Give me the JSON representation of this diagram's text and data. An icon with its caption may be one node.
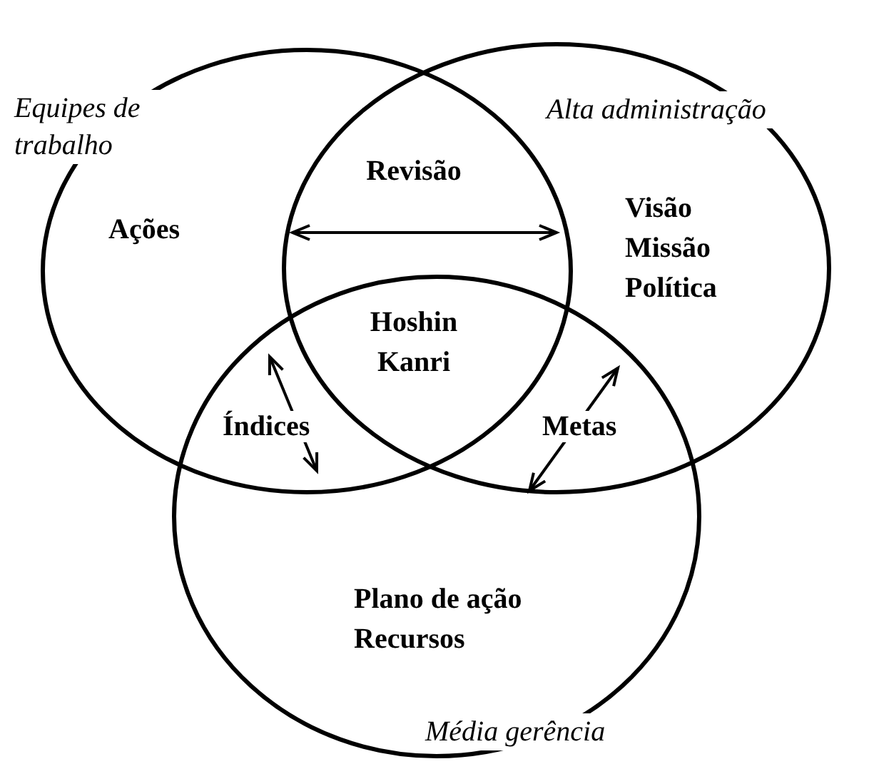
{
  "diagram": {
    "nodes": [
      {
        "text": [
          "Equipes de trabalho",
          "Ações"
        ]
      },
      {
        "text": [
          "Alta administração",
          "Visão Missão Política"
        ]
      },
      {
        "text": [
          "Plano de ação Recursos",
          "Média gerência"
        ]
      }
    ],
    "labels": [
      "Revisão",
      "Hoshin Kanri",
      "Índices",
      "Metas"
    ]
  }
}
